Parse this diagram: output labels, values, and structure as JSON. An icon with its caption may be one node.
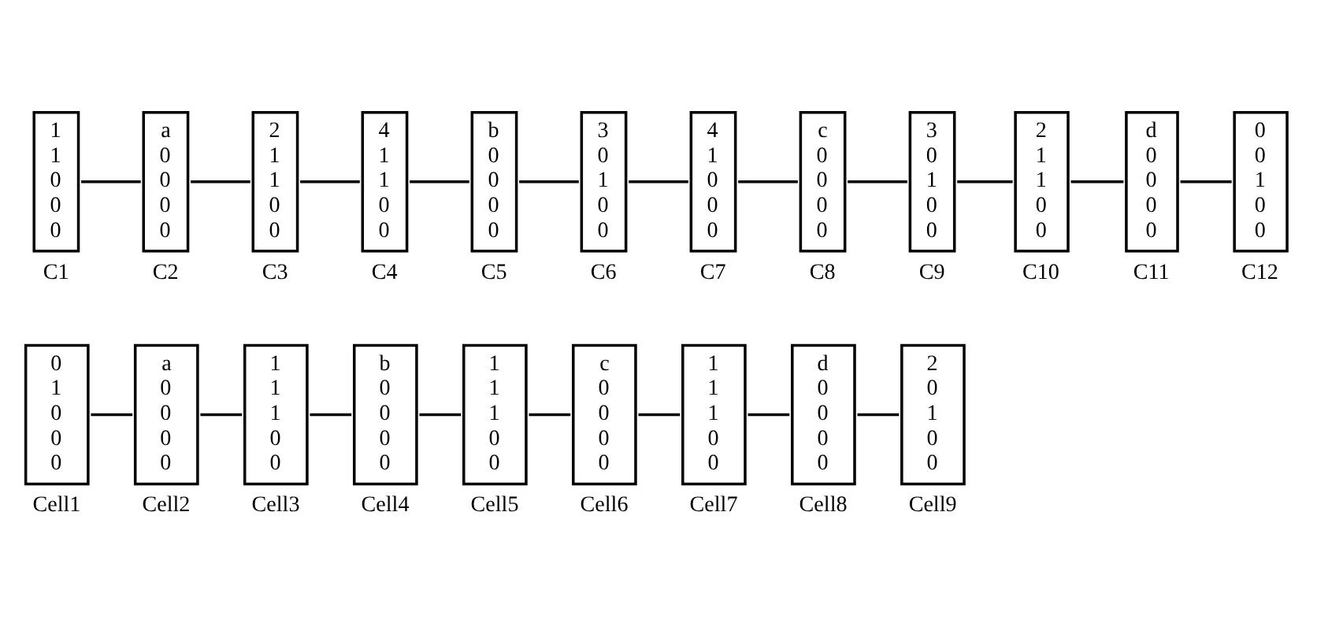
{
  "diagram": {
    "nodes": [
      {
        "text": [
          "0",
          "1",
          "0",
          "0",
          "0"
        ],
        "beside": [
          "Cell1"
        ]
      },
      {
        "text": [
          "a",
          "0",
          "0",
          "0",
          "0"
        ],
        "beside": [
          "Cell2"
        ]
      },
      {
        "text": [
          "1",
          "1",
          "1",
          "0",
          "0"
        ],
        "beside": [
          "Cell3"
        ]
      },
      {
        "text": [
          "b",
          "0",
          "0",
          "0",
          "0"
        ],
        "beside": [
          "Cell4"
        ]
      },
      {
        "text": [
          "1",
          "1",
          "1",
          "0",
          "0"
        ],
        "beside": [
          "Cell5"
        ]
      },
      {
        "text": [
          "c",
          "0",
          "0",
          "0",
          "0"
        ],
        "beside": [
          "Cell6"
        ]
      },
      {
        "text": [
          "1",
          "1",
          "1",
          "0",
          "0"
        ],
        "beside": [
          "Cell7"
        ]
      },
      {
        "text": [
          "d",
          "0",
          "0",
          "0",
          "0"
        ],
        "beside": [
          "Cell8"
        ]
      },
      {
        "text": [
          "2",
          "0",
          "1",
          "0",
          "0"
        ],
        "beside": [
          "Cell9"
        ]
      },
      {
        "text": [
          "1",
          "1",
          "0",
          "0",
          "0"
        ],
        "beside": [
          "C1"
        ]
      },
      {
        "text": [
          "a",
          "0",
          "0",
          "0",
          "0"
        ],
        "beside": [
          "C2"
        ]
      },
      {
        "text": [
          "2",
          "1",
          "1",
          "0",
          "0"
        ],
        "beside": [
          "C3"
        ]
      },
      {
        "text": [
          "4",
          "1",
          "1",
          "0",
          "0"
        ],
        "beside": [
          "C4"
        ]
      },
      {
        "text": [
          "b",
          "0",
          "0",
          "0",
          "0"
        ],
        "beside": [
          "C5"
        ]
      },
      {
        "text": [
          "3",
          "0",
          "1",
          "0",
          "0"
        ],
        "beside": [
          "C6"
        ]
      },
      {
        "text": [
          "4",
          "1",
          "0",
          "0",
          "0"
        ],
        "beside": [
          "C7"
        ]
      },
      {
        "text": [
          "c",
          "0",
          "0",
          "0",
          "0"
        ],
        "beside": [
          "C8"
        ]
      },
      {
        "text": [
          "3",
          "0",
          "1",
          "0",
          "0"
        ],
        "beside": [
          "C9"
        ]
      },
      {
        "text": [
          "2",
          "1",
          "1",
          "0",
          "0"
        ],
        "beside": [
          "C10"
        ]
      },
      {
        "text": [
          "d",
          "0",
          "0",
          "0",
          "0"
        ],
        "beside": [
          "C11"
        ]
      },
      {
        "text": [
          "0",
          "0",
          "1",
          "0",
          "0"
        ],
        "beside": [
          "C12"
        ]
      }
    ],
    "edges": [
      {
        "from": 0,
        "to": 1,
        "arrow": "none"
      },
      {
        "from": 1,
        "to": 2,
        "arrow": "none"
      },
      {
        "from": 2,
        "to": 3,
        "arrow": "none"
      },
      {
        "from": 3,
        "to": 4,
        "arrow": "none"
      },
      {
        "from": 4,
        "to": 5,
        "arrow": "none"
      },
      {
        "from": 5,
        "to": 6,
        "arrow": "none"
      },
      {
        "from": 6,
        "to": 7,
        "arrow": "none"
      },
      {
        "from": 7,
        "to": 8,
        "arrow": "none"
      },
      {
        "from": 9,
        "to": 10,
        "arrow": "none"
      },
      {
        "from": 10,
        "to": 11,
        "arrow": "none"
      },
      {
        "from": 11,
        "to": 12,
        "arrow": "none"
      },
      {
        "from": 12,
        "to": 13,
        "arrow": "none"
      },
      {
        "from": 13,
        "to": 14,
        "arrow": "none"
      },
      {
        "from": 14,
        "to": 15,
        "arrow": "none"
      },
      {
        "from": 15,
        "to": 16,
        "arrow": "none"
      },
      {
        "from": 16,
        "to": 17,
        "arrow": "none"
      },
      {
        "from": 17,
        "to": 18,
        "arrow": "none"
      },
      {
        "from": 18,
        "to": 19,
        "arrow": "none"
      },
      {
        "from": 19,
        "to": 20,
        "arrow": "none"
      }
    ]
  }
}
